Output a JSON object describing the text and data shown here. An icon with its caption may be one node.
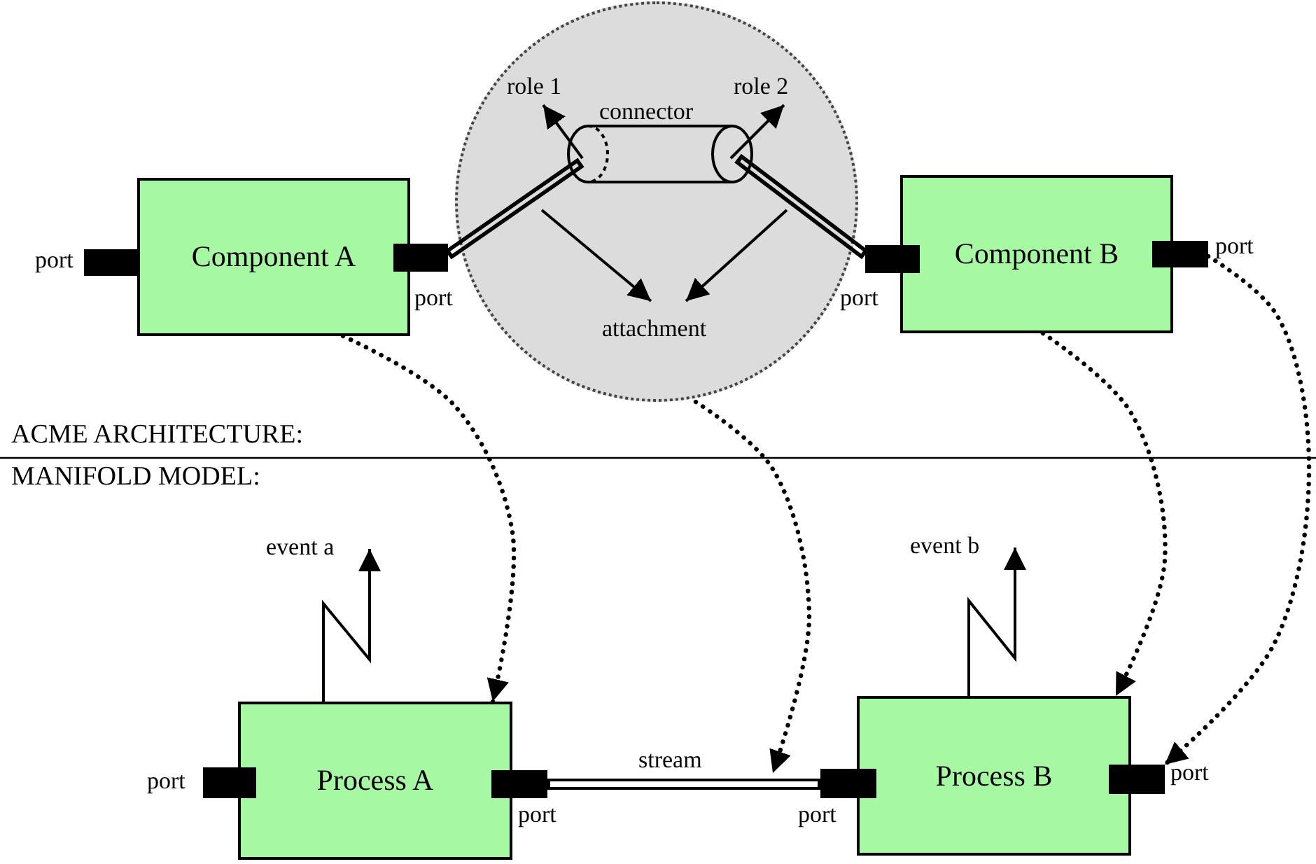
{
  "diagram": {
    "nodes": [
      {
        "text": [],
        "shape": "bar"
      },
      {
        "text": [
          "Component A"
        ]
      },
      {
        "text": [],
        "shape": "bar"
      },
      {
        "text": [],
        "shape": "circle"
      },
      {
        "text": [
          "role 1"
        ],
        "in": 3
      },
      {
        "text": [
          "connector"
        ],
        "in": 3
      },
      {
        "text": [
          "role 2"
        ],
        "in": 3
      },
      {
        "text": [
          "attachment"
        ],
        "in": 3
      },
      {
        "text": [],
        "shape": "bar"
      },
      {
        "text": [
          "Component B"
        ]
      },
      {
        "text": [],
        "shape": "bar"
      },
      {
        "text": [
          "event a"
        ]
      },
      {
        "text": [
          "event b"
        ]
      },
      {
        "text": [],
        "shape": "bar"
      },
      {
        "text": [
          "Process A"
        ]
      },
      {
        "text": [],
        "shape": "bar"
      },
      {
        "text": [],
        "shape": "bar"
      },
      {
        "text": [
          "Process B"
        ]
      },
      {
        "text": [],
        "shape": "bar"
      }
    ],
    "edges": [
      {
        "from": 2,
        "to": 5,
        "arrow": "none",
        "style": "thick"
      },
      {
        "from": 8,
        "to": 5,
        "arrow": "none",
        "style": "thick"
      },
      {
        "from": 5,
        "to": 4,
        "arrow": "to"
      },
      {
        "from": 5,
        "to": 6,
        "arrow": "to"
      },
      {
        "from": null,
        "to": 7,
        "arrow": "to"
      },
      {
        "from": null,
        "to": 7,
        "arrow": "to"
      },
      {
        "from": 1,
        "to": 14,
        "arrow": "to",
        "style": "dashed"
      },
      {
        "from": 3,
        "to": null,
        "arrow": "to",
        "style": "dashed"
      },
      {
        "from": 9,
        "to": 17,
        "arrow": "to",
        "style": "dashed"
      },
      {
        "from": 10,
        "to": 18,
        "arrow": "to",
        "style": "dashed"
      },
      {
        "from": 14,
        "to": 11,
        "arrow": "to"
      },
      {
        "from": 17,
        "to": 12,
        "arrow": "to"
      },
      {
        "from": 15,
        "to": 16,
        "arrow": "none",
        "style": "thick",
        "label": "stream"
      }
    ],
    "labels": [
      "port",
      "port",
      "port",
      "port",
      "ACME ARCHITECTURE:",
      "MANIFOLD MODEL:",
      "port",
      "port",
      "port",
      "port"
    ]
  }
}
